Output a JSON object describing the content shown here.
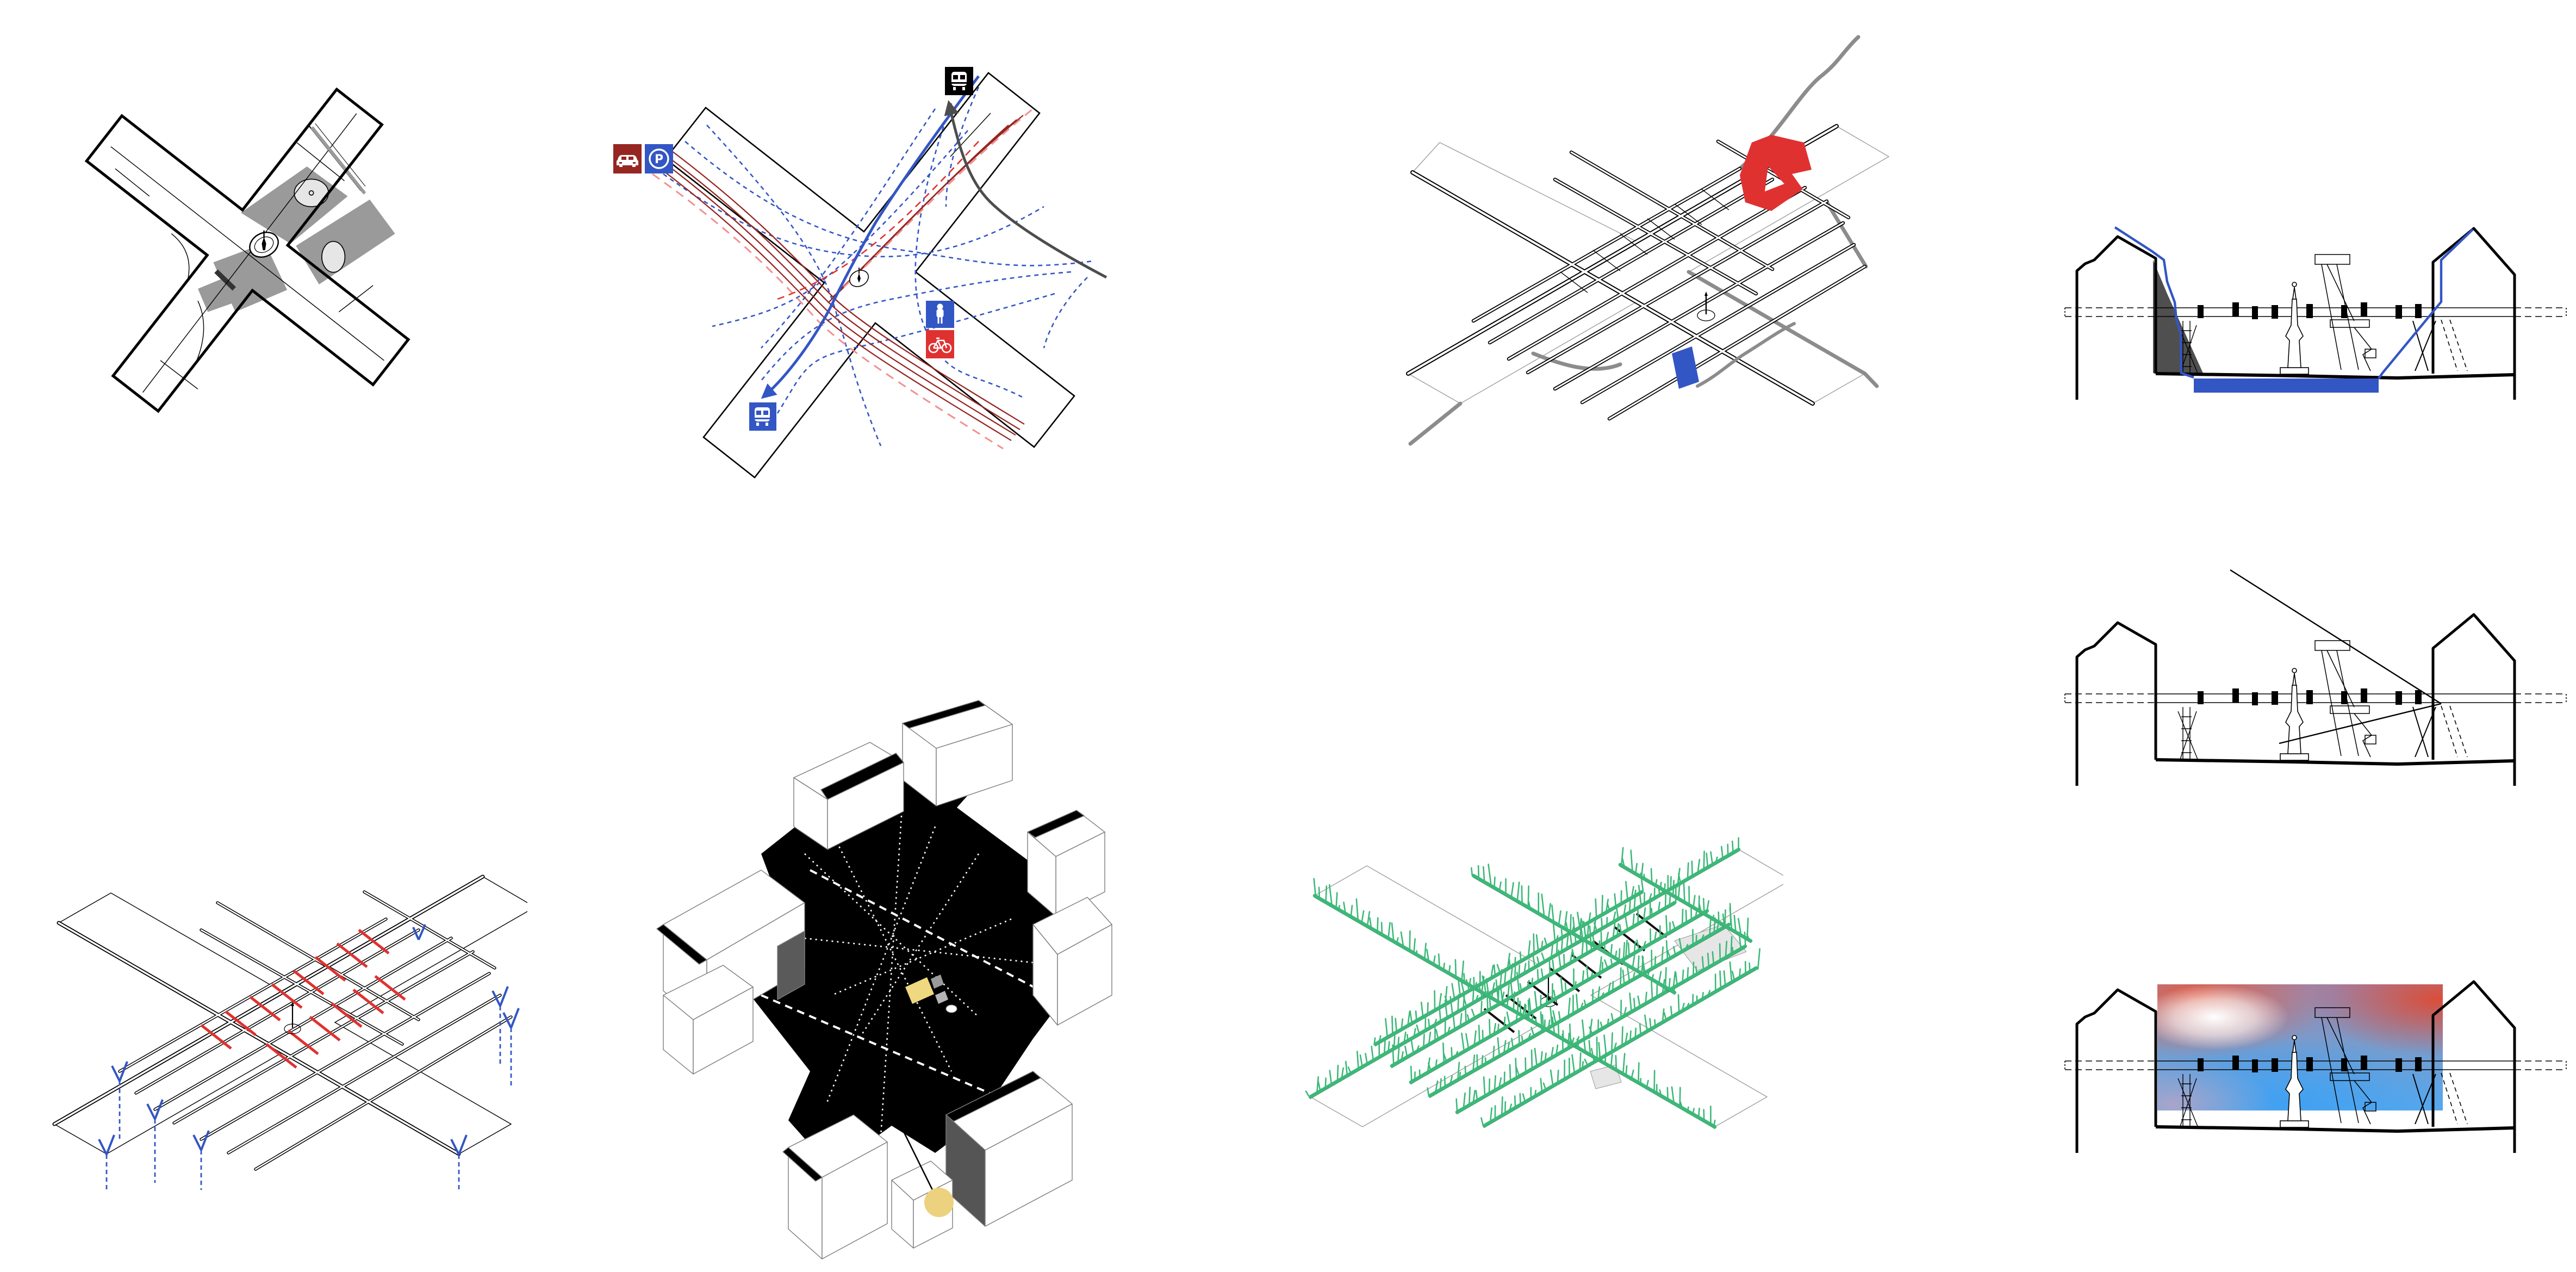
{
  "sheet": {
    "kind": "architectural diagram sheet",
    "background": "#ffffff",
    "panel_count": 8
  },
  "palette": {
    "ink": "#000000",
    "paving_gray": "#9a9a9a",
    "light_gray": "#e6e6e6",
    "shadow_gray": "#4f4f4f",
    "beam_gray": "#8c8c8c",
    "faint_line": "#9f9f9f",
    "arrow_gray": "#4d4d4d",
    "blue": "#3356c5",
    "dark_red": "#962622",
    "red": "#e03131",
    "salmon": "#f29090",
    "green": "#3cb878",
    "yellow": "#ecd27e",
    "yellow_square": "#f0d881",
    "white": "#ffffff"
  },
  "icons": {
    "transit_stop": {
      "glyph": "bus-front",
      "bg": "#000000",
      "fg": "#ffffff"
    },
    "car_traffic": {
      "glyph": "car",
      "bg": "#962622",
      "fg": "#ffffff"
    },
    "parking": {
      "glyph": "circled-letter",
      "label": "P",
      "bg": "#3356c5",
      "fg": "#ffffff"
    },
    "pedestrian": {
      "glyph": "person",
      "bg": "#3356c5",
      "fg": "#ffffff"
    },
    "cycling": {
      "glyph": "bicycle",
      "bg": "#e03131",
      "fg": "#ffffff"
    },
    "bus_stop": {
      "glyph": "bus-front",
      "bg": "#3356c5",
      "fg": "#ffffff"
    },
    "sun": {
      "glyph": "sun-disc",
      "bg": "#ecd27e",
      "fg": "#ecd27e"
    }
  },
  "panels": [
    {
      "id": "site-plan",
      "row": 1,
      "col": 1,
      "features": [
        "x-shaped square outline",
        "gray paving fields",
        "two light ovals",
        "central monument with balustrade",
        "tram platform strip",
        "dark bench bar"
      ]
    },
    {
      "id": "circulation-plan",
      "row": 1,
      "col": 2,
      "features": [
        "bus route solid blue",
        "relocated transit gray arrow",
        "car traffic dark red bundle",
        "cycle route salmon dashed",
        "pedestrian desire lines blue dashed",
        "legend icon squares"
      ]
    },
    {
      "id": "structure-axon",
      "row": 1,
      "col": 3,
      "features": [
        "outlined linear beams",
        "thick gray edge members",
        "red canopy patch",
        "blue platform patch",
        "faint square footprint"
      ]
    },
    {
      "id": "section-water",
      "row": 1,
      "col": 4,
      "features": [
        "two gabled street walls",
        "blue runoff line",
        "dark shadow wedge",
        "dashed datum band",
        "blue sub-surface storage bar",
        "monument and trellis"
      ]
    },
    {
      "id": "structure-grid-axon",
      "row": 2,
      "col": 1,
      "features": [
        "outlined beams",
        "red cross rungs",
        "blue Y-columns with dashed piles",
        "faint square footprint"
      ]
    },
    {
      "id": "shadow-axon",
      "row": 2,
      "col": 2,
      "features": [
        "white building prisms",
        "black shadow floor",
        "white dotted paths",
        "yellow sunlit patch",
        "sun disc with arrow"
      ]
    },
    {
      "id": "vegetation-axon",
      "row": 2,
      "col": 3,
      "features": [
        "green planted beams with grass spikes",
        "black rungs",
        "light gray patches",
        "faint square footprint"
      ]
    },
    {
      "id": "section-sun",
      "row": 2,
      "col": 4,
      "features": [
        "two gabled street walls",
        "sun ray lines to eave",
        "dashed datum band",
        "monument and trellis"
      ]
    },
    {
      "id": "section-climate",
      "row": 2,
      "col": 4,
      "features": [
        "red-blue microclimate gradient",
        "white hotspot",
        "cool blue pool at floor",
        "dashed datum band"
      ]
    }
  ]
}
